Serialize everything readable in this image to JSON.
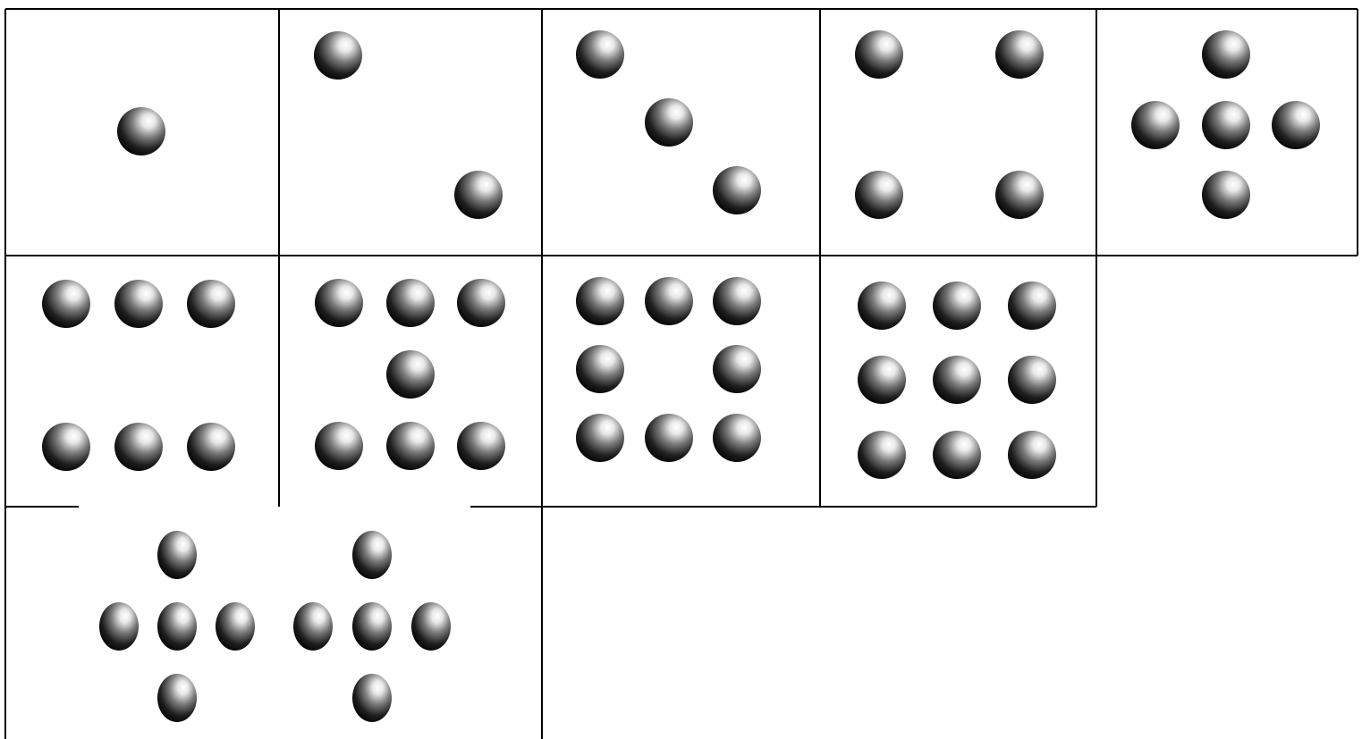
{
  "colors": {
    "background": "#ffffff",
    "grid_line": "#000000",
    "ball_highlight": "#ffffff",
    "ball_mid": "#7a7a7a",
    "ball_dark": "#000000"
  },
  "cards": [
    {
      "id": "card-1",
      "ball_count": 1
    },
    {
      "id": "card-2",
      "ball_count": 2
    },
    {
      "id": "card-3",
      "ball_count": 3
    },
    {
      "id": "card-4",
      "ball_count": 4
    },
    {
      "id": "card-5",
      "ball_count": 5
    },
    {
      "id": "card-6",
      "ball_count": 6
    },
    {
      "id": "card-7",
      "ball_count": 7
    },
    {
      "id": "card-8",
      "ball_count": 8
    },
    {
      "id": "card-9",
      "ball_count": 9
    },
    {
      "id": "card-10",
      "ball_count": 10
    }
  ]
}
